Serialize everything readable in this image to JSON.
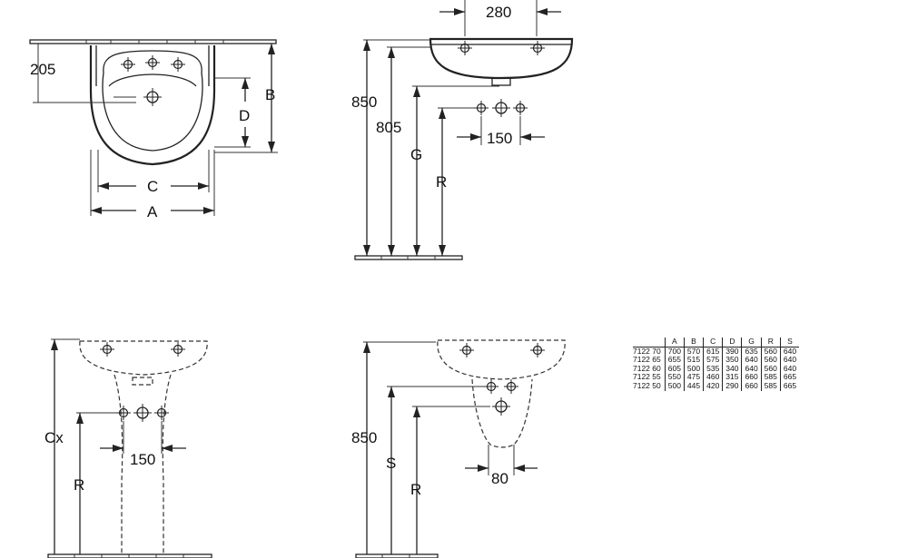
{
  "top_view": {
    "dim_205": "205",
    "dim_b": "B",
    "dim_d": "D",
    "dim_c": "C",
    "dim_a": "A"
  },
  "side_view": {
    "dim_280": "280",
    "dim_850": "850",
    "dim_805": "805",
    "dim_g": "G",
    "dim_r": "R",
    "dim_150": "150"
  },
  "pedestal_front": {
    "dim_cx": "Cx",
    "dim_r": "R",
    "dim_150": "150"
  },
  "pedestal_side": {
    "dim_850": "850",
    "dim_s": "S",
    "dim_r": "R",
    "dim_80": "80"
  },
  "table": {
    "headers": [
      "",
      "A",
      "B",
      "C",
      "D",
      "G",
      "R",
      "S"
    ],
    "rows": [
      [
        "7122 70",
        "700",
        "570",
        "615",
        "390",
        "635",
        "560",
        "640"
      ],
      [
        "7122 65",
        "655",
        "515",
        "575",
        "350",
        "640",
        "560",
        "640"
      ],
      [
        "7122 60",
        "605",
        "500",
        "535",
        "340",
        "640",
        "560",
        "640"
      ],
      [
        "7122 55",
        "550",
        "475",
        "460",
        "315",
        "660",
        "585",
        "665"
      ],
      [
        "7122 50",
        "500",
        "445",
        "420",
        "290",
        "660",
        "585",
        "665"
      ]
    ]
  }
}
